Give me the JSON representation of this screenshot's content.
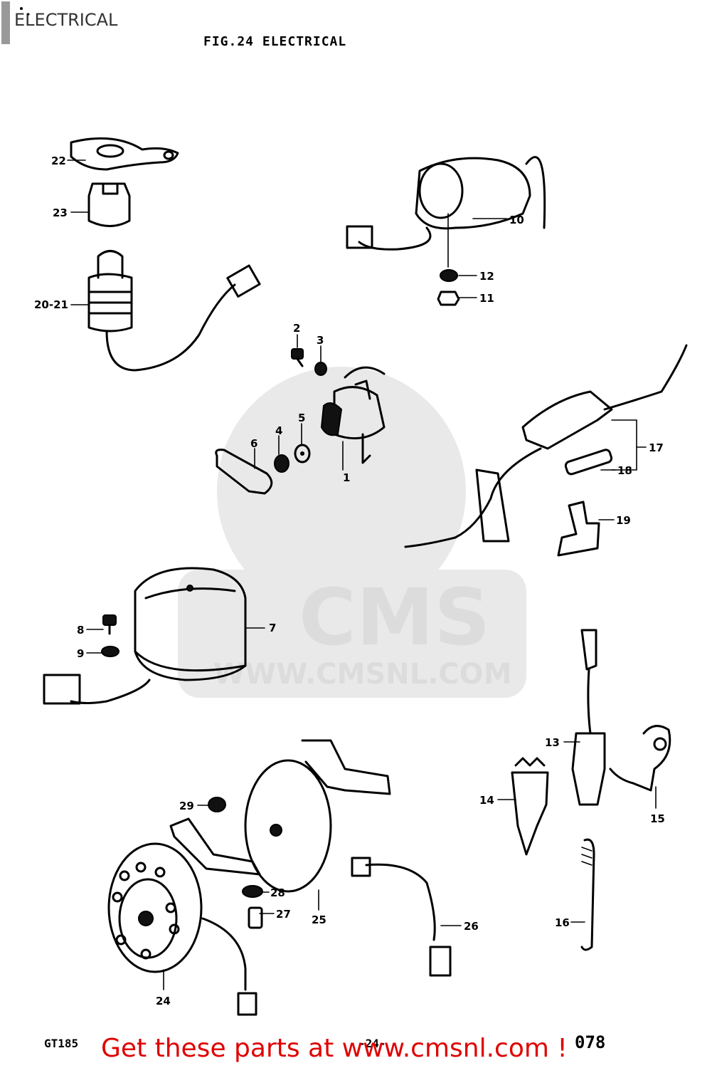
{
  "header": {
    "corner_title": "ELECTRICAL",
    "figure_title": "FIG.24  ELECTRICAL"
  },
  "footer": {
    "model": "GT185",
    "page": "-24-",
    "ref": "078",
    "promo": "Get these parts at www.cmsnl.com !"
  },
  "watermark": {
    "brand": "CMS",
    "url": "WWW.CMSNL.COM"
  },
  "callouts": [
    {
      "id": "c1",
      "text": "1"
    },
    {
      "id": "c2",
      "text": "2"
    },
    {
      "id": "c3",
      "text": "3"
    },
    {
      "id": "c4",
      "text": "4"
    },
    {
      "id": "c5",
      "text": "5"
    },
    {
      "id": "c6",
      "text": "6"
    },
    {
      "id": "c7",
      "text": "7"
    },
    {
      "id": "c8",
      "text": "8"
    },
    {
      "id": "c9",
      "text": "9"
    },
    {
      "id": "c10",
      "text": "10"
    },
    {
      "id": "c11",
      "text": "11"
    },
    {
      "id": "c12",
      "text": "12"
    },
    {
      "id": "c13",
      "text": "13"
    },
    {
      "id": "c14",
      "text": "14"
    },
    {
      "id": "c15",
      "text": "15"
    },
    {
      "id": "c16",
      "text": "16"
    },
    {
      "id": "c17",
      "text": "17"
    },
    {
      "id": "c18",
      "text": "18"
    },
    {
      "id": "c19",
      "text": "19"
    },
    {
      "id": "c20",
      "text": "20-21"
    },
    {
      "id": "c22",
      "text": "22"
    },
    {
      "id": "c23",
      "text": "23"
    },
    {
      "id": "c24",
      "text": "24"
    },
    {
      "id": "c25",
      "text": "25"
    },
    {
      "id": "c26",
      "text": "26"
    },
    {
      "id": "c27",
      "text": "27"
    },
    {
      "id": "c28",
      "text": "28"
    },
    {
      "id": "c29",
      "text": "29"
    }
  ]
}
